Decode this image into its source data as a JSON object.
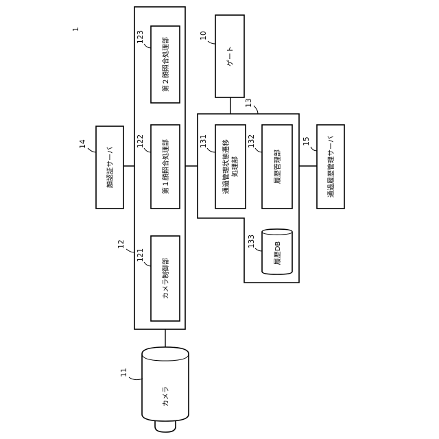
{
  "figure": {
    "number": "1",
    "gate": {
      "ref": "10",
      "label": "ゲート"
    },
    "camera": {
      "ref": "11",
      "label": "カメラ"
    },
    "face_matching_device": {
      "ref": "12",
      "camera_control": {
        "ref": "121",
        "label": "カメラ制御部"
      },
      "first_matching": {
        "ref": "122",
        "label": "第１顔照合処理部"
      },
      "second_matching": {
        "ref": "123",
        "label": "第２顔照合処理部"
      }
    },
    "gate_control_device": {
      "ref": "13",
      "state_transition": {
        "ref": "131",
        "label_line1": "通過管理状態遷移",
        "label_line2": "処理部"
      },
      "history_management": {
        "ref": "132",
        "label": "履歴管理部"
      },
      "history_db": {
        "ref": "133",
        "label": "履歴DB"
      }
    },
    "face_auth_server": {
      "ref": "14",
      "label": "顔認証サーバ"
    },
    "history_server": {
      "ref": "15",
      "label": "通過履歴管理サーバ"
    }
  }
}
